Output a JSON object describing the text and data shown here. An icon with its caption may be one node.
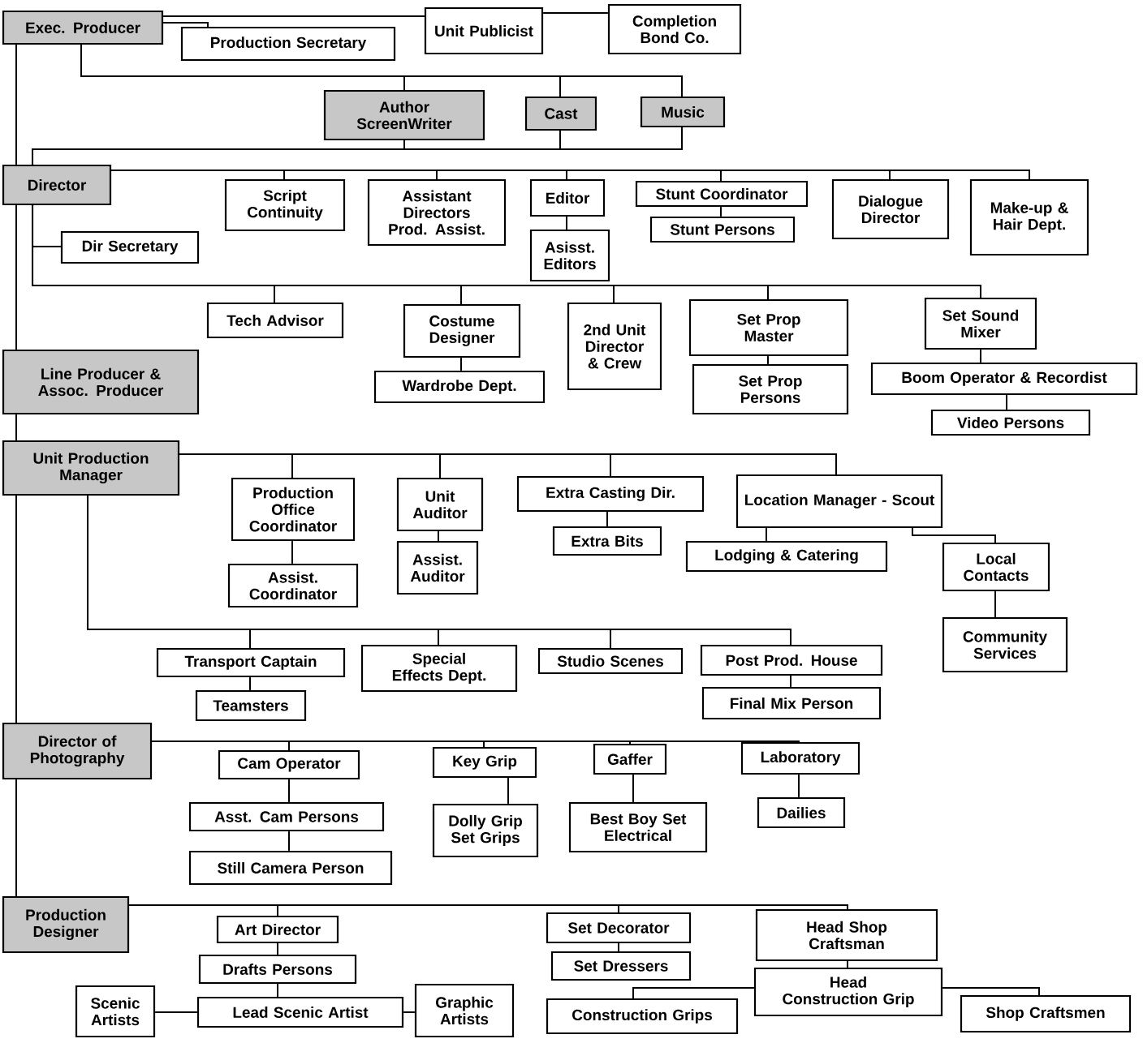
{
  "diagram": {
    "nodes": [
      {
        "text": [
          "Exec. Producer"
        ]
      },
      {
        "text": [
          "Production Secretary"
        ]
      },
      {
        "text": [
          "Unit Publicist"
        ]
      },
      {
        "text": [
          "Completion Bond Co."
        ]
      },
      {
        "text": [
          "Author ScreenWriter"
        ]
      },
      {
        "text": [
          "Cast"
        ]
      },
      {
        "text": [
          "Music"
        ]
      },
      {
        "text": [
          "Director"
        ]
      },
      {
        "text": [
          "Script Continuity"
        ]
      },
      {
        "text": [
          "Assistant Directors Prod. Assist."
        ]
      },
      {
        "text": [
          "Editor"
        ]
      },
      {
        "text": [
          "Asisst. Editors"
        ]
      },
      {
        "text": [
          "Stunt Coordinator"
        ]
      },
      {
        "text": [
          "Stunt Persons"
        ]
      },
      {
        "text": [
          "Dialogue Director"
        ]
      },
      {
        "text": [
          "Make-up & Hair Dept."
        ]
      },
      {
        "text": [
          "Dir Secretary"
        ]
      },
      {
        "text": [
          "Tech Advisor"
        ]
      },
      {
        "text": [
          "Costume Designer"
        ]
      },
      {
        "text": [
          "Wardrobe Dept."
        ]
      },
      {
        "text": [
          "2nd Unit Director & Crew"
        ]
      },
      {
        "text": [
          "Set Prop Master"
        ]
      },
      {
        "text": [
          "Set Prop Persons"
        ]
      },
      {
        "text": [
          "Set Sound Mixer"
        ]
      },
      {
        "text": [
          "Boom Operator & Recordist"
        ]
      },
      {
        "text": [
          "Video Persons"
        ]
      },
      {
        "text": [
          "Line Producer & Assoc. Producer"
        ]
      },
      {
        "text": [
          "Unit Production Manager"
        ]
      },
      {
        "text": [
          "Production Office Coordinator"
        ]
      },
      {
        "text": [
          "Assist. Coordinator"
        ]
      },
      {
        "text": [
          "Unit Auditor"
        ]
      },
      {
        "text": [
          "Assist. Auditor"
        ]
      },
      {
        "text": [
          "Extra Casting Dir."
        ]
      },
      {
        "text": [
          "Extra Bits"
        ]
      },
      {
        "text": [
          "Location Manager - Scout"
        ]
      },
      {
        "text": [
          "Lodging & Catering"
        ]
      },
      {
        "text": [
          "Local Contacts"
        ]
      },
      {
        "text": [
          "Community Services"
        ]
      },
      {
        "text": [
          "Transport Captain"
        ]
      },
      {
        "text": [
          "Teamsters"
        ]
      },
      {
        "text": [
          "Special Effects Dept."
        ]
      },
      {
        "text": [
          "Studio Scenes"
        ]
      },
      {
        "text": [
          "Post Prod. House"
        ]
      },
      {
        "text": [
          "Final Mix Person"
        ]
      },
      {
        "text": [
          "Director of Photography"
        ]
      },
      {
        "text": [
          "Cam Operator"
        ]
      },
      {
        "text": [
          "Asst. Cam Persons"
        ]
      },
      {
        "text": [
          "Still Camera Person"
        ]
      },
      {
        "text": [
          "Key Grip"
        ]
      },
      {
        "text": [
          "Dolly Grip Set Grips"
        ]
      },
      {
        "text": [
          "Gaffer"
        ]
      },
      {
        "text": [
          "Best Boy Set Electrical"
        ]
      },
      {
        "text": [
          "Laboratory"
        ]
      },
      {
        "text": [
          "Dailies"
        ]
      },
      {
        "text": [
          "Production Designer"
        ]
      },
      {
        "text": [
          "Art Director"
        ]
      },
      {
        "text": [
          "Drafts Persons"
        ]
      },
      {
        "text": [
          "Lead Scenic Artist"
        ]
      },
      {
        "text": [
          "Scenic Artists"
        ]
      },
      {
        "text": [
          "Graphic Artists"
        ]
      },
      {
        "text": [
          "Set Decorator"
        ]
      },
      {
        "text": [
          "Set Dressers"
        ]
      },
      {
        "text": [
          "Head Shop Craftsman"
        ]
      },
      {
        "text": [
          "Head Construction Grip"
        ]
      },
      {
        "text": [
          "Construction Grips"
        ]
      },
      {
        "text": [
          "Shop Craftsmen"
        ]
      }
    ],
    "edges": [
      {
        "from": 0,
        "to": 1,
        "arrow": "none"
      },
      {
        "from": 0,
        "to": 2,
        "arrow": "none"
      },
      {
        "from": 2,
        "to": 3,
        "arrow": "none"
      },
      {
        "from": 0,
        "to": 4,
        "arrow": "none"
      },
      {
        "from": 0,
        "to": 5,
        "arrow": "none"
      },
      {
        "from": 0,
        "to": 6,
        "arrow": "none"
      },
      {
        "from": 0,
        "to": 7,
        "arrow": "none"
      },
      {
        "from": 4,
        "to": 7,
        "arrow": "none"
      },
      {
        "from": 5,
        "to": 7,
        "arrow": "none"
      },
      {
        "from": 6,
        "to": 7,
        "arrow": "none"
      },
      {
        "from": 7,
        "to": 8,
        "arrow": "none"
      },
      {
        "from": 7,
        "to": 9,
        "arrow": "none"
      },
      {
        "from": 7,
        "to": 10,
        "arrow": "none"
      },
      {
        "from": 7,
        "to": 12,
        "arrow": "none"
      },
      {
        "from": 7,
        "to": 14,
        "arrow": "none"
      },
      {
        "from": 7,
        "to": 15,
        "arrow": "none"
      },
      {
        "from": 10,
        "to": 11,
        "arrow": "none"
      },
      {
        "from": 12,
        "to": 13,
        "arrow": "none"
      },
      {
        "from": 7,
        "to": 16,
        "arrow": "none"
      },
      {
        "from": 7,
        "to": 17,
        "arrow": "none"
      },
      {
        "from": 7,
        "to": 18,
        "arrow": "none"
      },
      {
        "from": 7,
        "to": 20,
        "arrow": "none"
      },
      {
        "from": 7,
        "to": 21,
        "arrow": "none"
      },
      {
        "from": 7,
        "to": 23,
        "arrow": "none"
      },
      {
        "from": 18,
        "to": 19,
        "arrow": "none"
      },
      {
        "from": 21,
        "to": 22,
        "arrow": "none"
      },
      {
        "from": 23,
        "to": 24,
        "arrow": "none"
      },
      {
        "from": 24,
        "to": 25,
        "arrow": "none"
      },
      {
        "from": 7,
        "to": 26,
        "arrow": "none"
      },
      {
        "from": 26,
        "to": 27,
        "arrow": "none"
      },
      {
        "from": 27,
        "to": 28,
        "arrow": "none"
      },
      {
        "from": 27,
        "to": 30,
        "arrow": "none"
      },
      {
        "from": 27,
        "to": 32,
        "arrow": "none"
      },
      {
        "from": 27,
        "to": 34,
        "arrow": "none"
      },
      {
        "from": 28,
        "to": 29,
        "arrow": "none"
      },
      {
        "from": 30,
        "to": 31,
        "arrow": "none"
      },
      {
        "from": 32,
        "to": 33,
        "arrow": "none"
      },
      {
        "from": 34,
        "to": 35,
        "arrow": "none"
      },
      {
        "from": 34,
        "to": 36,
        "arrow": "none"
      },
      {
        "from": 36,
        "to": 37,
        "arrow": "none"
      },
      {
        "from": 27,
        "to": 38,
        "arrow": "none"
      },
      {
        "from": 27,
        "to": 40,
        "arrow": "none"
      },
      {
        "from": 27,
        "to": 41,
        "arrow": "none"
      },
      {
        "from": 27,
        "to": 42,
        "arrow": "none"
      },
      {
        "from": 38,
        "to": 39,
        "arrow": "none"
      },
      {
        "from": 42,
        "to": 43,
        "arrow": "none"
      },
      {
        "from": 27,
        "to": 44,
        "arrow": "none"
      },
      {
        "from": 44,
        "to": 45,
        "arrow": "none"
      },
      {
        "from": 44,
        "to": 48,
        "arrow": "none"
      },
      {
        "from": 44,
        "to": 50,
        "arrow": "none"
      },
      {
        "from": 44,
        "to": 52,
        "arrow": "none"
      },
      {
        "from": 45,
        "to": 46,
        "arrow": "none"
      },
      {
        "from": 46,
        "to": 47,
        "arrow": "none"
      },
      {
        "from": 48,
        "to": 49,
        "arrow": "none"
      },
      {
        "from": 50,
        "to": 51,
        "arrow": "none"
      },
      {
        "from": 52,
        "to": 53,
        "arrow": "none"
      },
      {
        "from": 44,
        "to": 54,
        "arrow": "none"
      },
      {
        "from": 54,
        "to": 55,
        "arrow": "none"
      },
      {
        "from": 54,
        "to": 60,
        "arrow": "none"
      },
      {
        "from": 54,
        "to": 62,
        "arrow": "none"
      },
      {
        "from": 55,
        "to": 56,
        "arrow": "none"
      },
      {
        "from": 56,
        "to": 57,
        "arrow": "none"
      },
      {
        "from": 57,
        "to": 58,
        "arrow": "none"
      },
      {
        "from": 57,
        "to": 59,
        "arrow": "none"
      },
      {
        "from": 60,
        "to": 61,
        "arrow": "none"
      },
      {
        "from": 62,
        "to": 63,
        "arrow": "none"
      },
      {
        "from": 63,
        "to": 64,
        "arrow": "none"
      },
      {
        "from": 63,
        "to": 65,
        "arrow": "none"
      }
    ]
  }
}
